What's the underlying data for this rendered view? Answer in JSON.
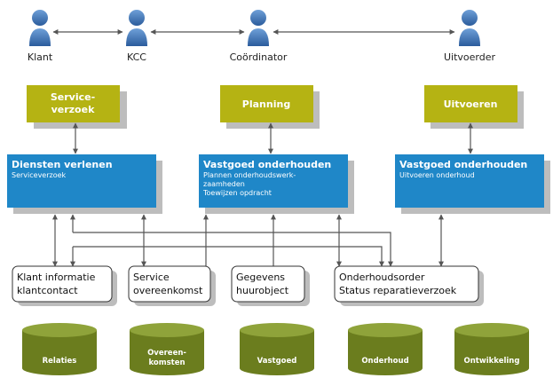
{
  "actors": [
    {
      "id": "klant",
      "label": "Klant"
    },
    {
      "id": "kcc",
      "label": "KCC"
    },
    {
      "id": "coordinator",
      "label": "Coördinator"
    },
    {
      "id": "uitvoerder",
      "label": "Uitvoerder"
    }
  ],
  "olive_boxes": [
    {
      "id": "serviceverzoek",
      "lines": [
        "Service-",
        "verzoek"
      ]
    },
    {
      "id": "planning",
      "lines": [
        "Planning"
      ]
    },
    {
      "id": "uitvoeren",
      "lines": [
        "Uitvoeren"
      ]
    }
  ],
  "blue_boxes": [
    {
      "id": "diensten",
      "title": "Diensten verlenen",
      "lines": [
        "Serviceverzoek"
      ]
    },
    {
      "id": "vastgoed-plan",
      "title": "Vastgoed onderhouden",
      "lines": [
        "Plannen onderhoudswerk-",
        "zaamheden",
        "Toewijzen opdracht"
      ]
    },
    {
      "id": "vastgoed-uit",
      "title": "Vastgoed onderhouden",
      "lines": [
        "Uitvoeren onderhoud"
      ]
    }
  ],
  "info_boxes": [
    {
      "id": "klantinfo",
      "lines": [
        "Klant informatie",
        "klantcontact"
      ]
    },
    {
      "id": "service",
      "lines": [
        "Service",
        "overeenkomst"
      ]
    },
    {
      "id": "gegevens",
      "lines": [
        "Gegevens",
        "huurobject"
      ]
    },
    {
      "id": "onderhoudsorder",
      "lines": [
        "Onderhoudsorder",
        "Status reparatieverzoek"
      ]
    }
  ],
  "databases": [
    {
      "id": "relaties",
      "lines": [
        "Relaties"
      ]
    },
    {
      "id": "overeenkomsten",
      "lines": [
        "Overeen-",
        "komsten"
      ]
    },
    {
      "id": "vastgoed",
      "lines": [
        "Vastgoed"
      ]
    },
    {
      "id": "onderhoud",
      "lines": [
        "Onderhoud"
      ]
    },
    {
      "id": "ontwikkeling",
      "lines": [
        "Ontwikkeling"
      ]
    }
  ],
  "colors": {
    "olive": "#b5b313",
    "blue": "#1f87c8",
    "db_top": "#8fa33a",
    "db_body": "#6b7d1e",
    "actor": "#3a6fb0",
    "shadow": "#bdbdbd"
  }
}
